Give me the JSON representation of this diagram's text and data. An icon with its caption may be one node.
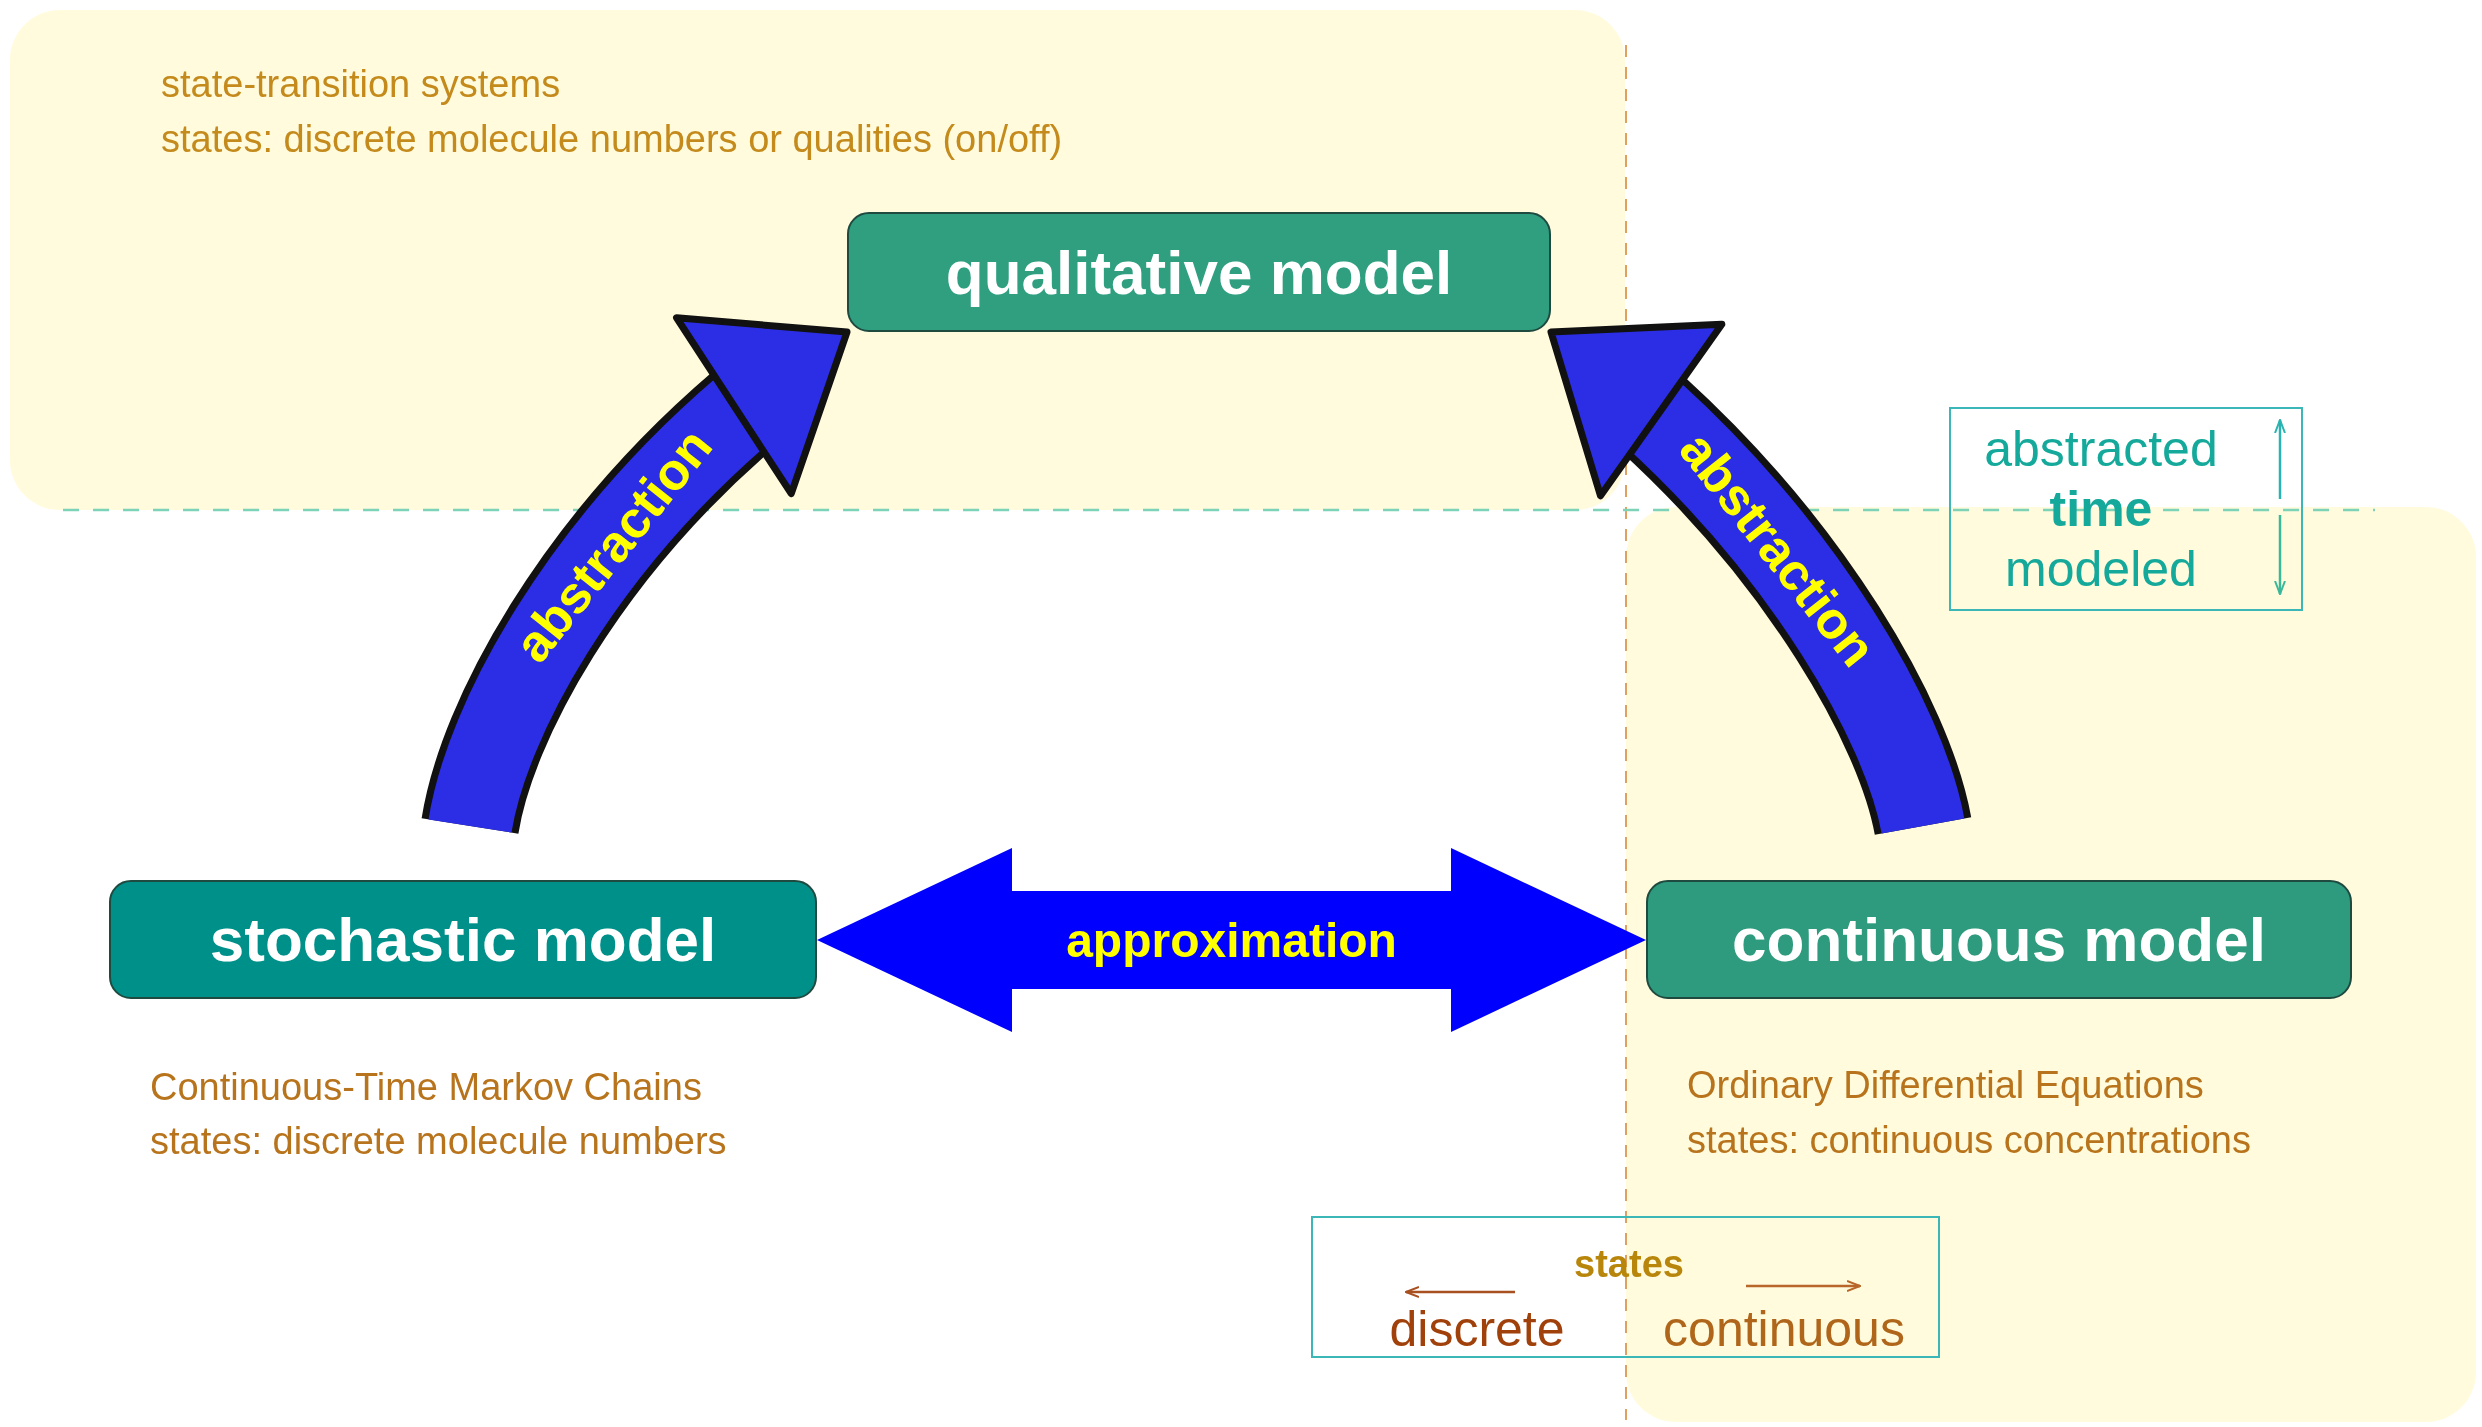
{
  "diagram": {
    "nodes": [
      {
        "text": [
          "qualitative model"
        ],
        "beside": [
          "state-transition systems",
          "states: discrete molecule numbers or qualities (on/off)"
        ]
      },
      {
        "text": [
          "stochastic model"
        ],
        "beside": [
          "Continuous-Time Markov Chains",
          "states: discrete molecule numbers"
        ]
      },
      {
        "text": [
          "continuous model"
        ],
        "beside": [
          "Ordinary Differential Equations",
          "states: continuous concentrations"
        ]
      },
      {
        "text": [
          "abstracted **time** modeled"
        ]
      },
      {
        "text": [
          "states",
          "discrete",
          "continuous"
        ]
      }
    ],
    "edges": [
      {
        "from": 1,
        "to": 0,
        "arrow": "to",
        "label": "abstraction"
      },
      {
        "from": 2,
        "to": 0,
        "arrow": "to",
        "label": "abstraction"
      },
      {
        "from": 1,
        "to": 2,
        "arrow": "both",
        "label": "approximation"
      }
    ]
  }
}
